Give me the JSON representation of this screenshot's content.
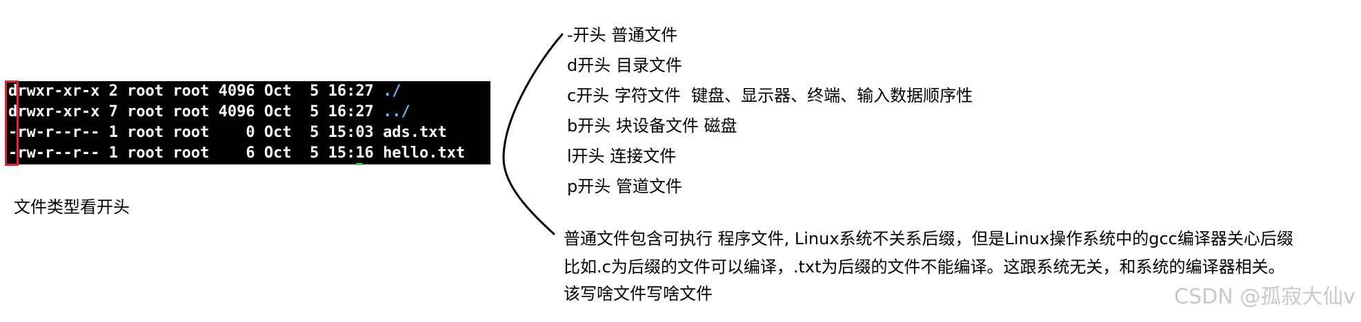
{
  "terminal": {
    "rows": [
      {
        "meta": "drwxr-xr-x 2 root root 4096 Oct  5 16:27 ",
        "name": "./"
      },
      {
        "meta": "drwxr-xr-x 7 root root 4096 Oct  5 16:27 ",
        "name": "../"
      },
      {
        "meta": "-rw-r--r-- 1 root root    0 Oct  5 15:03 ",
        "name": "ads.txt"
      },
      {
        "meta": "-rw-r--r-- 1 root root    6 Oct  5 15:16 ",
        "name": "hello.txt"
      }
    ],
    "highlight_color": "#e2232a",
    "directory_color": "#5fb8ff",
    "background": "#000000"
  },
  "caption": "文件类型看开头",
  "file_types": [
    "-开头 普通文件",
    "d开头 目录文件",
    "c开头 字符文件  键盘、显示器、终端、输入数据顺序性",
    "b开头 块设备文件 磁盘",
    "l开头 连接文件",
    "p开头 管道文件"
  ],
  "notes": [
    "普通文件包含可执行 程序文件, Linux系统不关系后缀，但是Linux操作系统中的gcc编译器关心后缀",
    "比如.c为后缀的文件可以编译，.txt为后缀的文件不能编译。这跟系统无关，和系统的编译器相关。",
    "该写啥文件写啥文件"
  ],
  "watermark": "CSDN @孤寂大仙v"
}
